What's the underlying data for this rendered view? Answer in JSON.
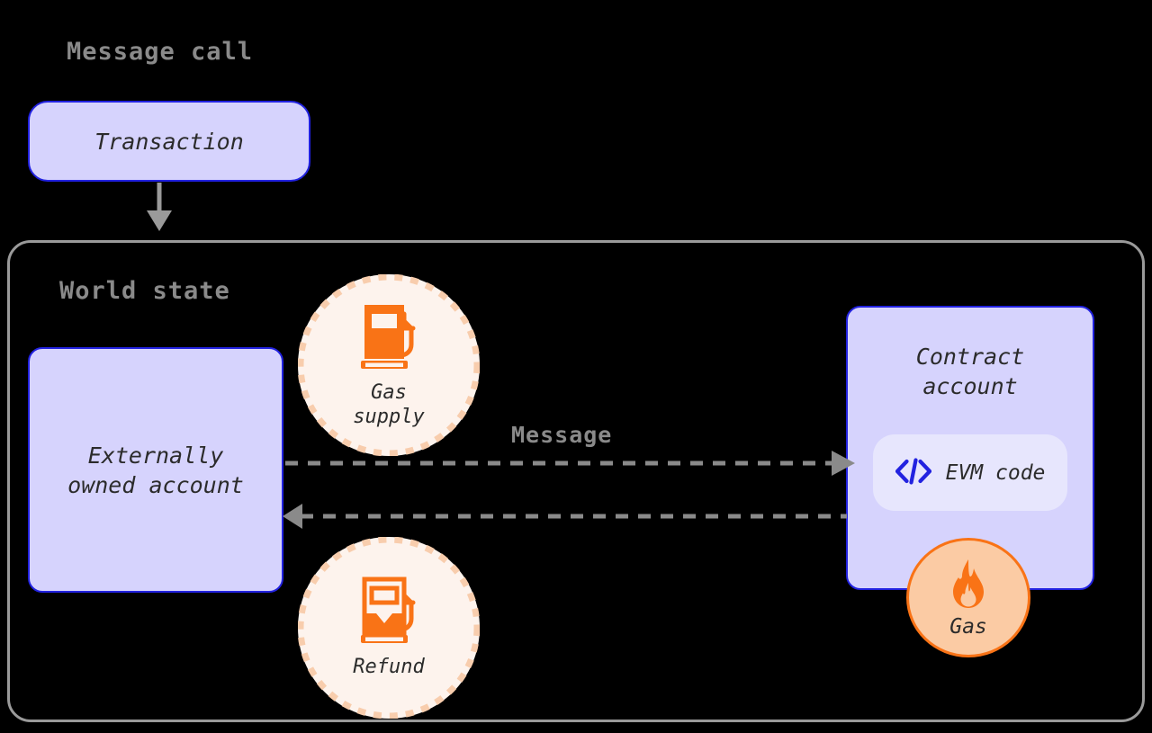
{
  "page": {
    "background_color": "#000000",
    "accent_blue": "#2222e0",
    "lavender_fill": "#d6d3fd",
    "lavender_light_fill": "#e7e6fd",
    "orange": "#f97316",
    "peach_fill": "#fbcba4",
    "cream_fill": "#fdf3ed",
    "dash_color": "#f8cdad",
    "grey_line": "#9a9a9a",
    "grey_text": "#8a8a8a"
  },
  "headings": {
    "message_call": "Message call",
    "world_state": "World state"
  },
  "nodes": {
    "transaction": {
      "label": "Transaction"
    },
    "externally_owned_account": {
      "label": "Externally\nowned account"
    },
    "contract_account": {
      "label": "Contract\naccount"
    },
    "evm_code": {
      "label": "EVM code",
      "icon": "code-brackets-icon"
    }
  },
  "badges": {
    "gas_supply": {
      "caption": "Gas\nsupply",
      "icon": "gas-pump-full-icon"
    },
    "refund": {
      "caption": "Refund",
      "icon": "gas-pump-partial-icon"
    },
    "gas": {
      "caption": "Gas",
      "icon": "flame-icon"
    }
  },
  "edges": {
    "transaction_to_world_state": {
      "label": "",
      "style": "solid-arrow"
    },
    "message": {
      "label": "Message",
      "style": "dashed-arrow-right"
    },
    "return": {
      "label": "",
      "style": "dashed-arrow-left"
    }
  }
}
